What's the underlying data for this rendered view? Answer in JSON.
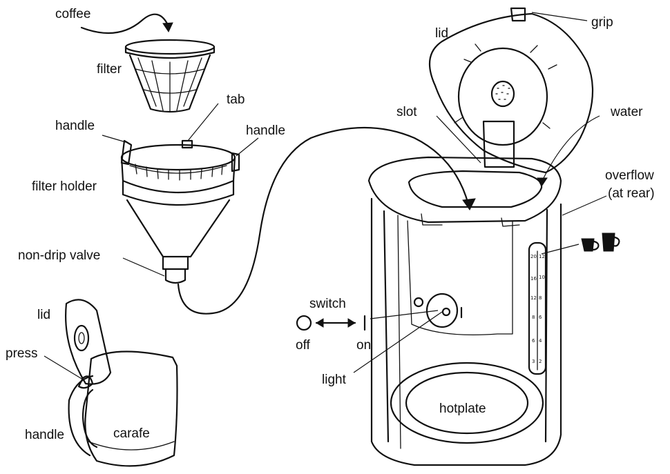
{
  "labels": {
    "coffee": "coffee",
    "filter": "filter",
    "tab": "tab",
    "handle_left": "handle",
    "handle_right": "handle",
    "filter_holder": "filter holder",
    "non_drip_valve": "non-drip valve",
    "lid_carafe": "lid",
    "press": "press",
    "handle_carafe": "handle",
    "carafe": "carafe",
    "lid_maker": "lid",
    "grip": "grip",
    "slot": "slot",
    "water": "water",
    "overflow_line1": "overflow",
    "overflow_line2": "(at rear)",
    "switch": "switch",
    "off": "off",
    "on": "on",
    "light": "light",
    "hotplate": "hotplate"
  },
  "water_gauge": {
    "cups_large": [
      "20",
      "16",
      "12",
      "8",
      "6",
      "3"
    ],
    "cups_small": [
      "12",
      "10",
      "8",
      "6",
      "4",
      "2"
    ]
  },
  "icons": [
    "cup-small-icon",
    "cup-large-icon",
    "off-circle-icon",
    "on-bar-icon",
    "double-arrow-icon"
  ]
}
